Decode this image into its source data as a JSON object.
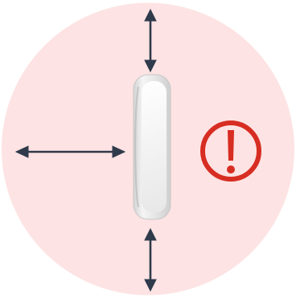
{
  "diagram": {
    "background_circle_color": "#fde3e3",
    "arrow_color": "#2f3a4b",
    "device_fill": "#e9e9e9",
    "device_edge": "#c9c9c9",
    "warning_color": "#d72d22",
    "warning_icon": "exclamation-circle-icon",
    "arrows": [
      {
        "name": "arrow-top-vertical",
        "type": "double-headed"
      },
      {
        "name": "arrow-left-horizontal",
        "type": "double-headed"
      },
      {
        "name": "arrow-bottom-vertical",
        "type": "double-headed"
      }
    ]
  }
}
